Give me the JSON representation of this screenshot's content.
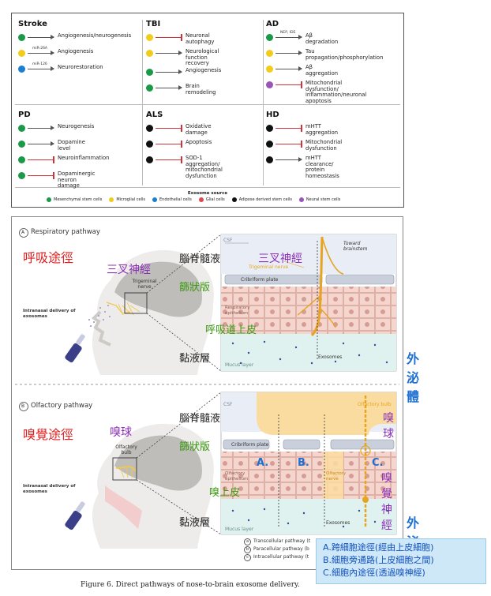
{
  "table": {
    "colors": {
      "mesenchymal": "#1a9a48",
      "microglial": "#f2cc1a",
      "endothelial": "#1a7fd0",
      "glial": "#e0484f",
      "adipose": "#111111",
      "neural": "#9a55b8",
      "promote": "#555555",
      "inhibit": "#d0343b"
    },
    "panels": [
      {
        "title": "Stroke",
        "rows": [
          {
            "src": "mesenchymal",
            "kind": "promote",
            "mir": "",
            "lines": [
              "Angiogenesis/neurogenesis"
            ]
          },
          {
            "src": "microglial",
            "kind": "promote",
            "mir": "miR-26A",
            "lines": [
              "Angiogenesis"
            ]
          },
          {
            "src": "endothelial",
            "kind": "promote",
            "mir": "miR-126",
            "lines": [
              "Neurorestoration"
            ]
          }
        ]
      },
      {
        "title": "TBI",
        "rows": [
          {
            "src": "microglial",
            "kind": "inhibit",
            "mir": "",
            "lines": [
              "Neuronal autophagy"
            ]
          },
          {
            "src": "microglial",
            "kind": "promote",
            "mir": "",
            "lines": [
              "Neurological function",
              "recovery"
            ]
          },
          {
            "src": "mesenchymal",
            "kind": "promote",
            "mir": "",
            "lines": [
              "Angiogenesis"
            ]
          },
          {
            "src": "mesenchymal",
            "kind": "promote",
            "mir": "",
            "lines": [
              "Brain remodeling"
            ]
          }
        ]
      },
      {
        "title": "AD",
        "rows": [
          {
            "src": "mesenchymal",
            "kind": "promote",
            "mir": "NEP, IDE",
            "lines": [
              "Aβ degradation"
            ]
          },
          {
            "src": "microglial",
            "kind": "promote",
            "mir": "",
            "lines": [
              "Tau propagation/phosphorylation"
            ]
          },
          {
            "src": "microglial",
            "kind": "promote",
            "mir": "",
            "lines": [
              "Aβ aggregation"
            ]
          },
          {
            "src": "neural",
            "kind": "inhibit",
            "mir": "",
            "lines": [
              "Mitochondrial dysfunction/",
              "inflammation/neuronal apoptosis"
            ]
          }
        ]
      },
      {
        "title": "PD",
        "rows": [
          {
            "src": "mesenchymal",
            "kind": "promote",
            "mir": "",
            "lines": [
              "Neurogenesis"
            ]
          },
          {
            "src": "mesenchymal",
            "kind": "promote",
            "mir": "",
            "lines": [
              "Dopamine level"
            ]
          },
          {
            "src": "mesenchymal",
            "kind": "inhibit",
            "mir": "",
            "lines": [
              "Neuroinflammation"
            ]
          },
          {
            "src": "mesenchymal",
            "kind": "inhibit",
            "mir": "",
            "lines": [
              "Dopaminergic",
              "neuron damage"
            ]
          }
        ]
      },
      {
        "title": "ALS",
        "rows": [
          {
            "src": "adipose",
            "kind": "inhibit",
            "mir": "",
            "lines": [
              "Oxidative damage"
            ]
          },
          {
            "src": "adipose",
            "kind": "inhibit",
            "mir": "",
            "lines": [
              "Apoptosis"
            ]
          },
          {
            "src": "adipose",
            "kind": "inhibit",
            "mir": "",
            "lines": [
              "SOD-1 aggregation/",
              "mitochondrial dysfunction"
            ]
          }
        ]
      },
      {
        "title": "HD",
        "rows": [
          {
            "src": "adipose",
            "kind": "inhibit",
            "mir": "",
            "lines": [
              "mHTT aggregation"
            ]
          },
          {
            "src": "adipose",
            "kind": "inhibit",
            "mir": "",
            "lines": [
              "Mitochondrial dysfunction"
            ]
          },
          {
            "src": "adipose",
            "kind": "promote",
            "mir": "",
            "lines": [
              "mHTT clearance/",
              "protein homeostasis"
            ]
          }
        ]
      }
    ],
    "source_title": "Exosome source",
    "legend": [
      {
        "src": "mesenchymal",
        "label": "Mesenchymal stem cells"
      },
      {
        "src": "microglial",
        "label": "Microglial cells"
      },
      {
        "src": "endothelial",
        "label": "Endothelial cells"
      },
      {
        "src": "glial",
        "label": "Glial cells"
      },
      {
        "src": "adipose",
        "label": "Adipose derived stem cells"
      },
      {
        "src": "neural",
        "label": "Neural stem cells"
      }
    ]
  },
  "figure": {
    "panel_a": {
      "letter": "A",
      "title": "Respiratory pathway",
      "cn_title": "呼吸途徑",
      "cn_trigeminal": "三叉神經",
      "trigeminal_label": "Trigeminal nerve",
      "delivery": "Intranasal delivery of exosomes",
      "cn_csf": "腦脊髓液",
      "cn_cribriform": "篩狀版",
      "cn_epithelium": "呼吸道上皮",
      "cn_mucus": "黏液層",
      "csf": "CSF",
      "toward": "Toward brainstem",
      "cn_trig_zoom": "三叉神經",
      "trig_zoom": "Trigeminal nerve",
      "cribriform": "Cribriform plate",
      "epithelium": "Respiratory epithelium",
      "exosomes": "Exosomes",
      "mucus": "Mucus layer",
      "cn_exosome": "外泌體"
    },
    "panel_b": {
      "letter": "B",
      "title": "Olfactory pathway",
      "cn_title": "嗅覺途徑",
      "cn_bulb": "嗅球",
      "bulb_label": "Olfactory bulb",
      "delivery": "Intranasal delivery of exosomes",
      "cn_csf": "腦脊髓液",
      "cn_cribriform": "篩狀版",
      "cn_epithelium": "嗅上皮",
      "cn_mucus": "黏液層",
      "csf": "CSF",
      "bulb_zoom": "Olfactory bulb",
      "cn_bulb_zoom": "嗅球",
      "cribriform": "Cribriform plate",
      "epithelium": "Olfactory epithelium",
      "nerve": "Olfactory nerve",
      "cn_nerve": "嗅覺神經",
      "exosomes": "Exosomes",
      "mucus": "Mucus layer",
      "route_a": "A.",
      "route_b": "B.",
      "route_c": "C.",
      "cn_exosome": "外泌體",
      "legend": [
        {
          "mark": "a",
          "text": "Transcellular pathway (t"
        },
        {
          "mark": "b",
          "text": "Paracellular pathway (b"
        },
        {
          "mark": "c",
          "text": "Intracellular pathway (t"
        }
      ]
    }
  },
  "note": {
    "lines": [
      "A.跨細胞途徑(經由上皮細胞)",
      "B.細胞旁通路(上皮細胞之間)",
      "C.細胞內途徑(透過嗅神經)"
    ]
  },
  "caption": "Figure 6. Direct pathways of nose-to-brain exosome delivery."
}
